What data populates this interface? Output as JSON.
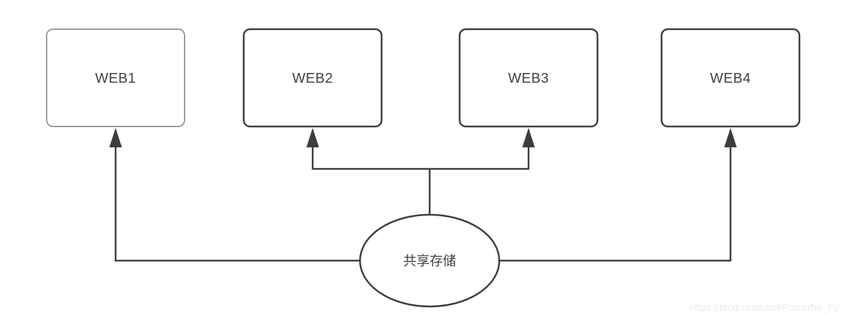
{
  "diagram": {
    "type": "topology-diagram",
    "colors": {
      "background": "#ffffff",
      "line": "#3d3d3d",
      "node_border": "#3d3d3d",
      "node_border_light": "#9b9b9b",
      "node_fill": "#ffffff",
      "text": "#404040",
      "watermark": "#ececec"
    },
    "nodes": [
      {
        "label": "WEB1",
        "border_color": "#9b9b9b"
      },
      {
        "label": "WEB2",
        "border_color": "#3d3d3d"
      },
      {
        "label": "WEB3",
        "border_color": "#3d3d3d"
      },
      {
        "label": "WEB4",
        "border_color": "#3d3d3d"
      }
    ],
    "storage_node": {
      "label": "共享存储",
      "border_color": "#3d3d3d"
    },
    "edges": [
      {
        "from": "共享存储",
        "to": "WEB1",
        "arrow": "to"
      },
      {
        "from": "共享存储",
        "to": "WEB2",
        "arrow": "to"
      },
      {
        "from": "共享存储",
        "to": "WEB3",
        "arrow": "to"
      },
      {
        "from": "共享存储",
        "to": "WEB4",
        "arrow": "to"
      }
    ],
    "watermark": "https://blog.csdn.net/Powerful_Fy"
  }
}
